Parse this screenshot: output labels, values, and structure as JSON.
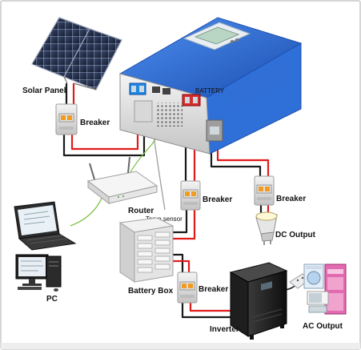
{
  "labels": {
    "solar_panel": "Solar Panel",
    "breaker_solar": "Breaker",
    "router": "Router",
    "temp_sensor": "Temp.sensor",
    "pc": "PC",
    "battery_box": "Battery Box",
    "breaker_battery_upper": "Breaker",
    "breaker_battery_lower": "Breaker",
    "breaker_dc": "Breaker",
    "dc_output": "DC Output",
    "inverter": "Inverter",
    "ac_output": "AC Output"
  },
  "controller": {
    "display_text": "",
    "port_label": "BATTERY"
  },
  "colors": {
    "controller_blue": "#2f6fd8",
    "controller_blue_dark": "#1d4fae",
    "wire_red": "#e01b1b",
    "wire_black": "#1a1a1a",
    "wire_green": "#7bc043",
    "frame_border": "#c9c9c9"
  }
}
